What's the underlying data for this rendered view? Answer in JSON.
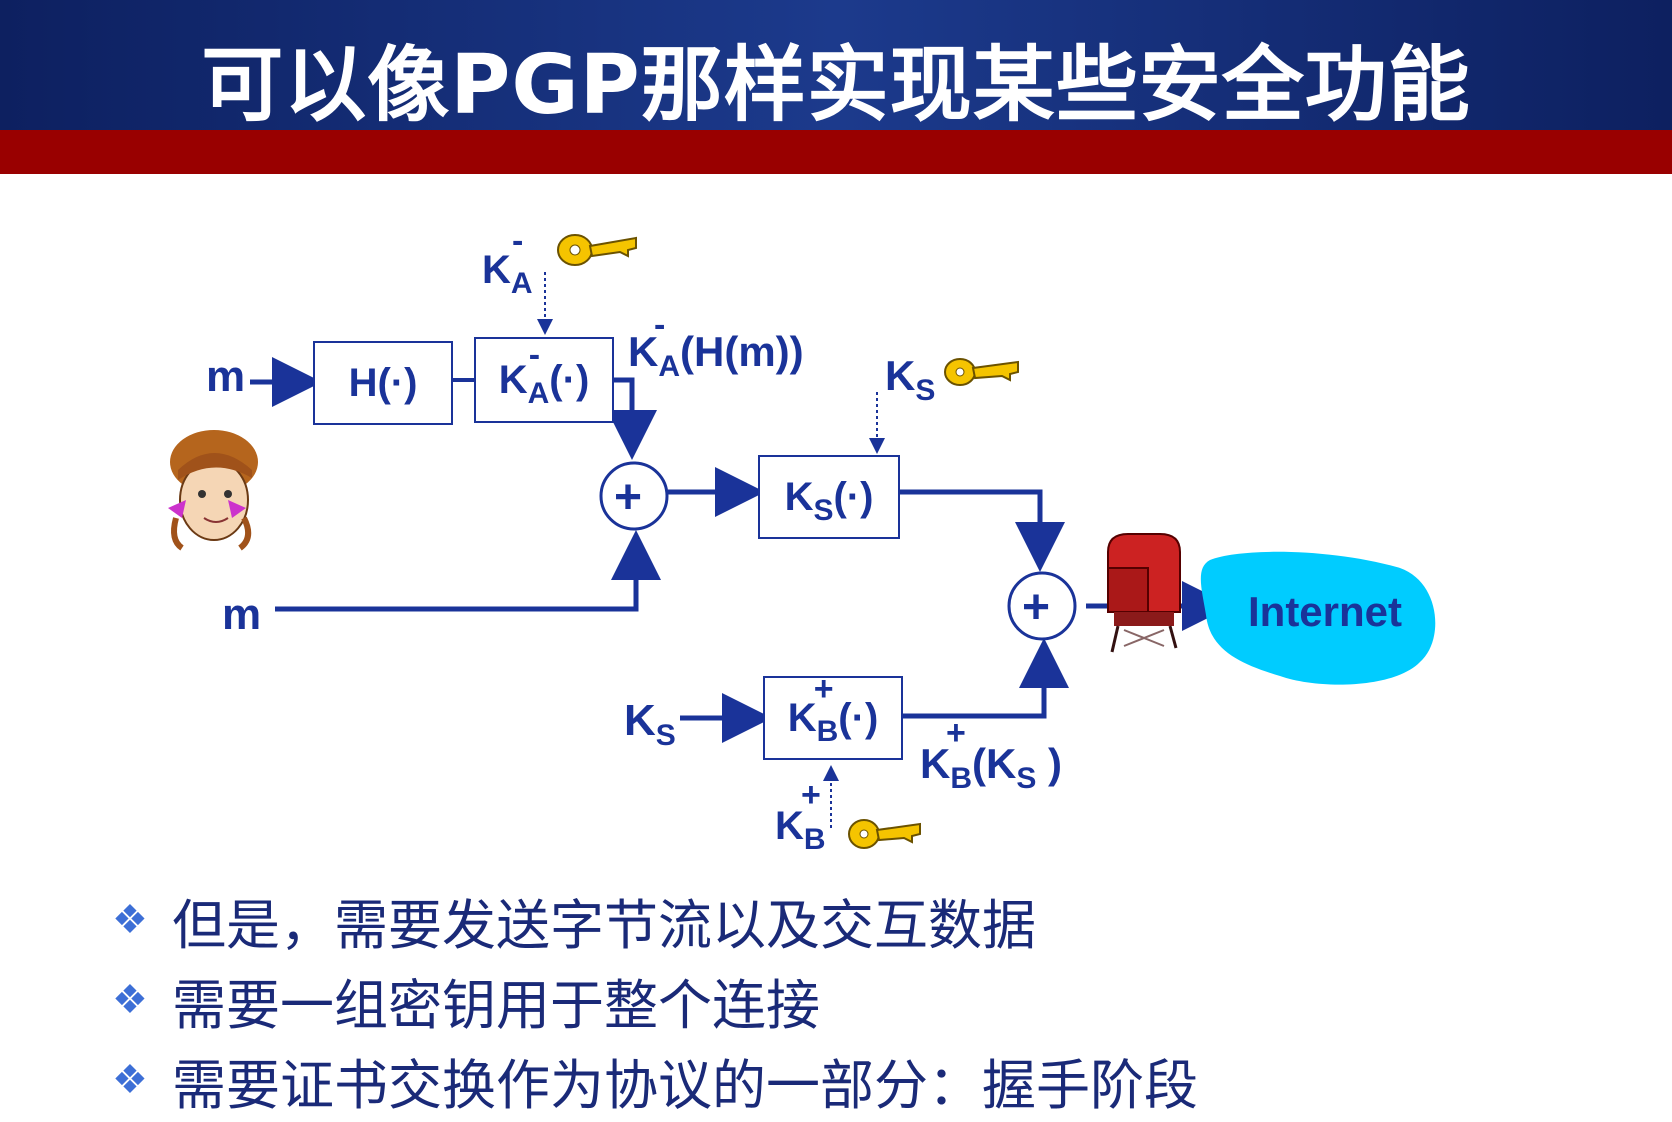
{
  "slide": {
    "title": "可以像PGP那样实现某些安全功能"
  },
  "diagram": {
    "input_top": "m",
    "input_bottom": "m",
    "hash_box": "H(·)",
    "ka_box": {
      "main": "K",
      "sub": "A",
      "sup": "-",
      "tail": "(·)"
    },
    "ka_key_label": {
      "main": "K",
      "sub": "A",
      "sup": "-"
    },
    "ka_output": {
      "main": "K",
      "sub": "A",
      "sup": "-",
      "tail": "(H(m))"
    },
    "ks_box": {
      "main": "K",
      "sub": "S",
      "tail": "(·)"
    },
    "ks_key_label": {
      "main": "K",
      "sub": "S"
    },
    "kb_box": {
      "main": "K",
      "sub": "B",
      "sup": "+",
      "tail": "(·)"
    },
    "ks_input": {
      "main": "K",
      "sub": "S"
    },
    "kb_key_label": {
      "main": "K",
      "sub": "B",
      "sup": "+"
    },
    "kb_output": {
      "main": "K",
      "sub": "B",
      "sup": "+",
      "tail_open": "(K",
      "tail_sub": "S",
      "tail_close": " )"
    },
    "plus_symbol": "+",
    "cloud_label": "Internet"
  },
  "bullets": [
    "但是，需要发送字节流以及交互数据",
    "需要一组密钥用于整个连接",
    "需要证书交换作为协议的一部分：握手阶段"
  ],
  "colors": {
    "header_bg": "#1c3a8c",
    "red_bar": "#990000",
    "diagram_blue": "#1a3399",
    "cloud": "#00ccff",
    "key_gold": "#f5c400"
  }
}
